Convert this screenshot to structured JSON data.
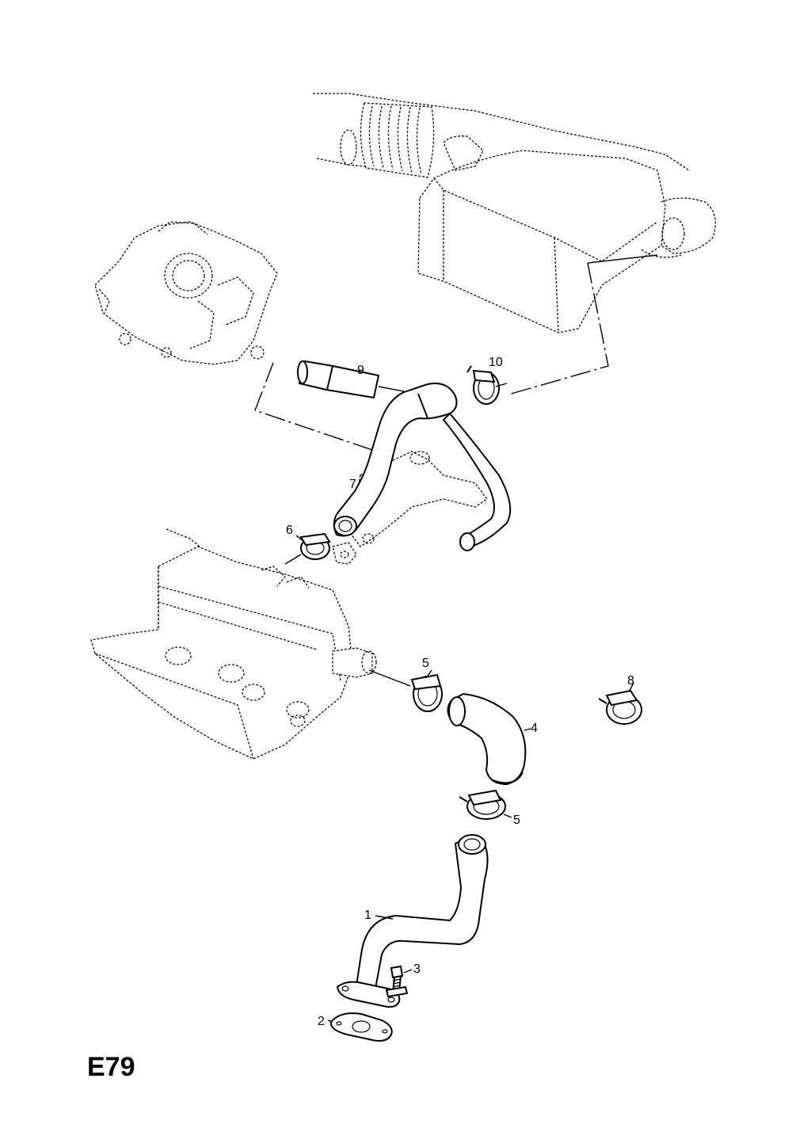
{
  "callouts": {
    "c1": "1",
    "c2": "2",
    "c3": "3",
    "c4": "4",
    "c5a": "5",
    "c5b": "5",
    "c6": "6",
    "c7": "7",
    "c8": "8",
    "c9": "9",
    "c10": "10"
  },
  "page_code": "E79"
}
